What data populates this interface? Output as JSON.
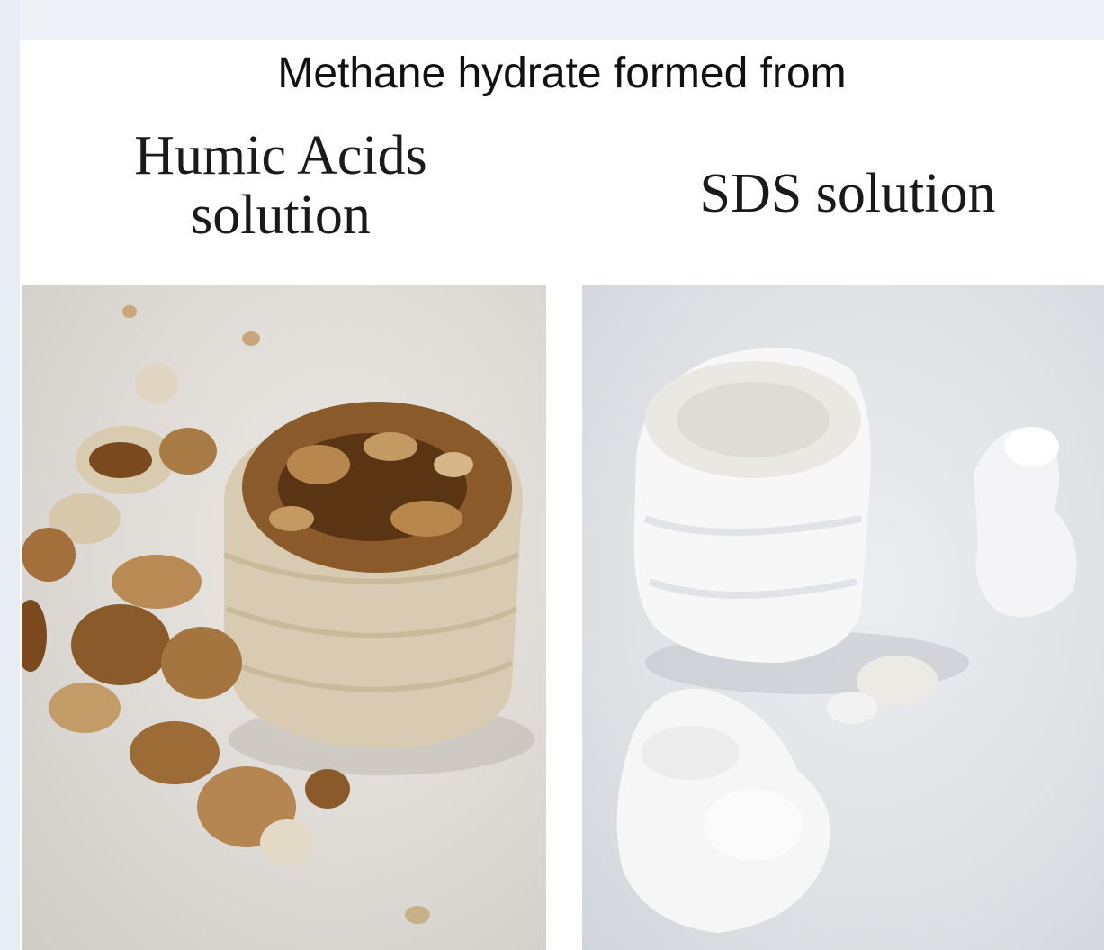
{
  "figure": {
    "title": "Methane hydrate formed from",
    "panels": [
      {
        "label_line1": "Humic Acids",
        "label_line2": "solution"
      },
      {
        "label": "SDS solution"
      }
    ]
  }
}
